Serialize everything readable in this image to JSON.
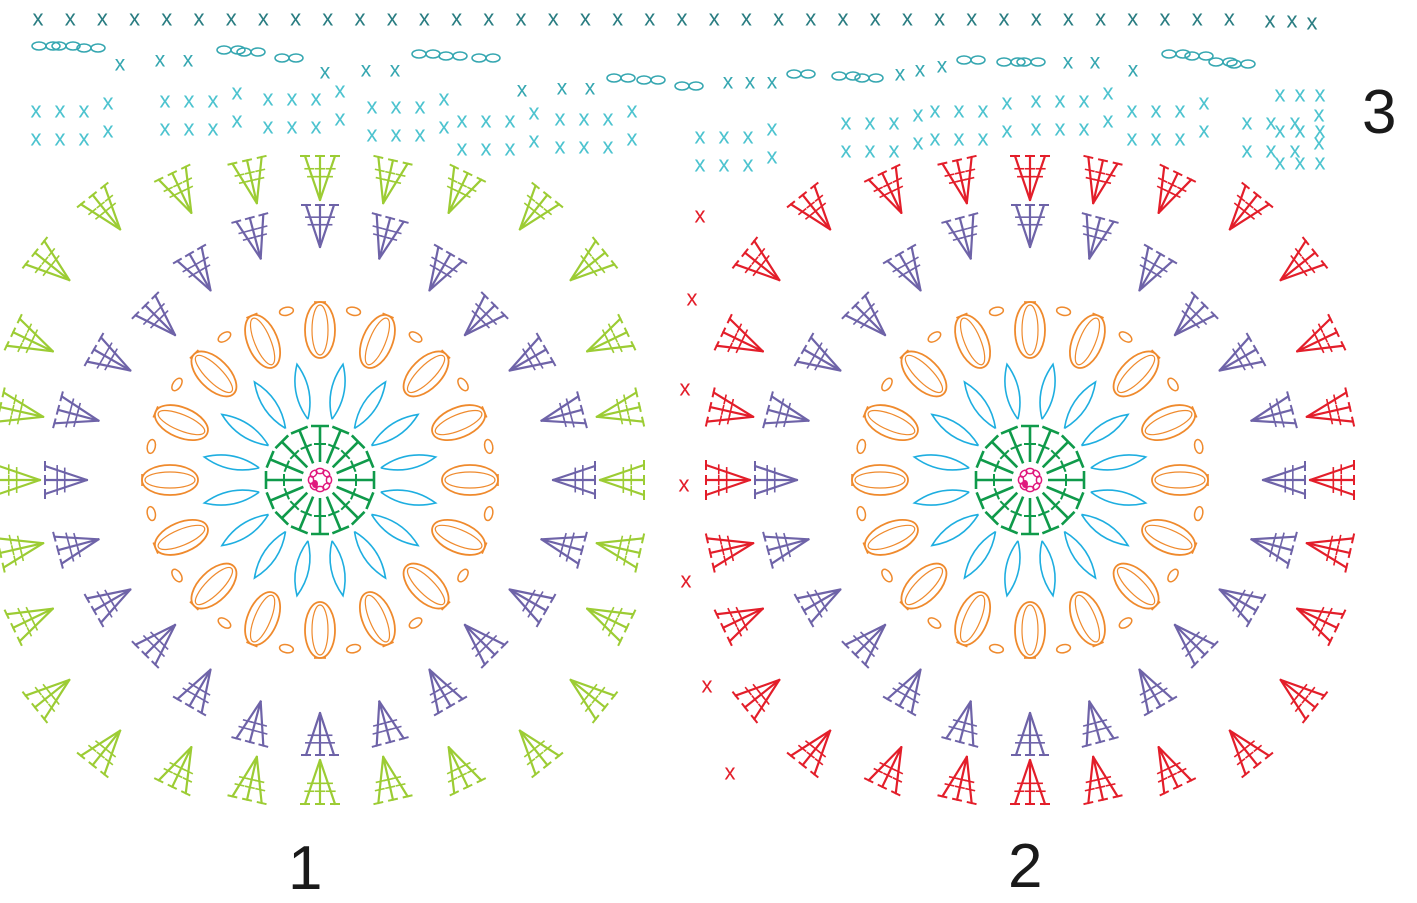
{
  "labels": {
    "motif_1": "1",
    "motif_2": "2",
    "band_3": "3"
  },
  "symbols": {
    "single_crochet": "x",
    "chain": "o"
  },
  "colors": {
    "background": "#ffffff",
    "label": "#1a1a1a",
    "band_top_row": "#2a7d82",
    "band_middle_row": "#34a6b0",
    "band_lower_rows": "#4cc3cf",
    "center_ring": "#e0197d",
    "round_1": "#0f9a4a",
    "round_2": "#1eaee0",
    "round_3": "#ef8a2d",
    "round_4": "#6e63a8",
    "motif_1_border": "#9ccc34",
    "motif_2_border": "#e31e2a",
    "join": "#e31e2a"
  }
}
